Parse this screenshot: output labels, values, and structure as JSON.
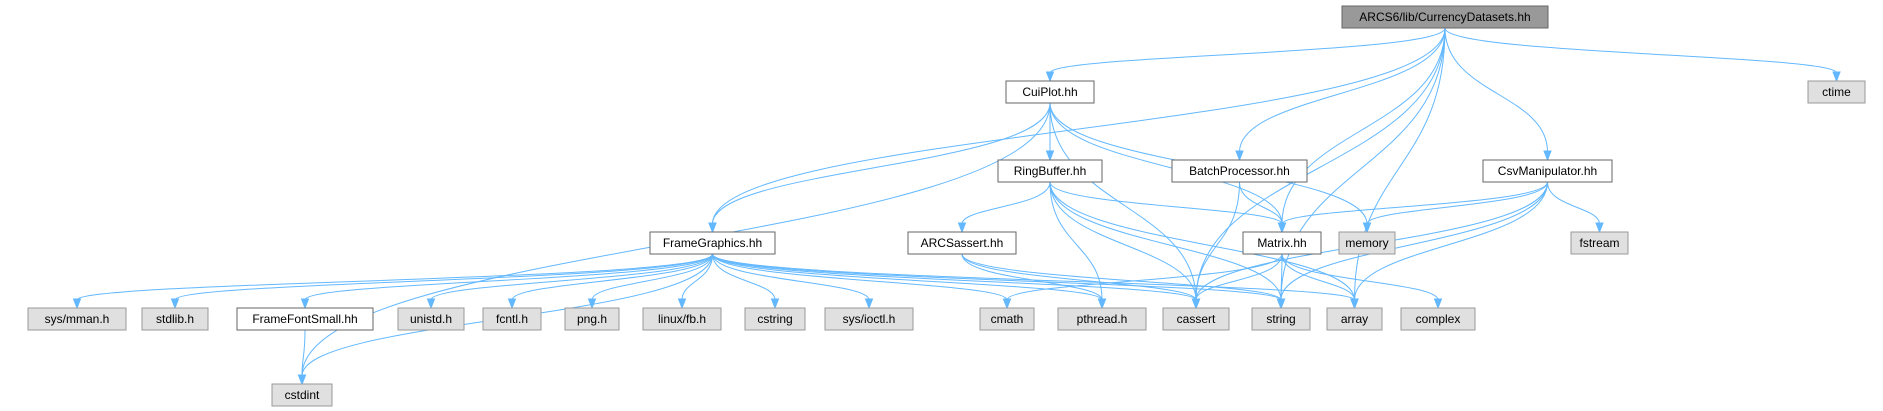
{
  "graph": {
    "nodes": [
      {
        "id": "root",
        "label": "ARCS6/lib/CurrencyDatasets.hh",
        "kind": "focus"
      },
      {
        "id": "ctime",
        "label": "ctime",
        "kind": "system"
      },
      {
        "id": "cuiplot",
        "label": "CuiPlot.hh",
        "kind": "project"
      },
      {
        "id": "ringbuffer",
        "label": "RingBuffer.hh",
        "kind": "project"
      },
      {
        "id": "batchprocessor",
        "label": "BatchProcessor.hh",
        "kind": "project"
      },
      {
        "id": "csvmanipulator",
        "label": "CsvManipulator.hh",
        "kind": "project"
      },
      {
        "id": "framegraphics",
        "label": "FrameGraphics.hh",
        "kind": "project"
      },
      {
        "id": "arcsassert",
        "label": "ARCSassert.hh",
        "kind": "project"
      },
      {
        "id": "matrix",
        "label": "Matrix.hh",
        "kind": "project"
      },
      {
        "id": "memory",
        "label": "memory",
        "kind": "system"
      },
      {
        "id": "fstream",
        "label": "fstream",
        "kind": "system"
      },
      {
        "id": "sysmman",
        "label": "sys/mman.h",
        "kind": "system"
      },
      {
        "id": "stdlib",
        "label": "stdlib.h",
        "kind": "system"
      },
      {
        "id": "framefontsmall",
        "label": "FrameFontSmall.hh",
        "kind": "project"
      },
      {
        "id": "unistd",
        "label": "unistd.h",
        "kind": "system"
      },
      {
        "id": "fcntl",
        "label": "fcntl.h",
        "kind": "system"
      },
      {
        "id": "png",
        "label": "png.h",
        "kind": "system"
      },
      {
        "id": "linuxfb",
        "label": "linux/fb.h",
        "kind": "system"
      },
      {
        "id": "cstring",
        "label": "cstring",
        "kind": "system"
      },
      {
        "id": "sysioctl",
        "label": "sys/ioctl.h",
        "kind": "system"
      },
      {
        "id": "cmath",
        "label": "cmath",
        "kind": "system"
      },
      {
        "id": "pthread",
        "label": "pthread.h",
        "kind": "system"
      },
      {
        "id": "cassert",
        "label": "cassert",
        "kind": "system"
      },
      {
        "id": "string",
        "label": "string",
        "kind": "system"
      },
      {
        "id": "array",
        "label": "array",
        "kind": "system"
      },
      {
        "id": "complex",
        "label": "complex",
        "kind": "system"
      },
      {
        "id": "cstdint",
        "label": "cstdint",
        "kind": "system"
      }
    ],
    "edges": [
      [
        "root",
        "cuiplot"
      ],
      [
        "root",
        "framegraphics"
      ],
      [
        "root",
        "batchprocessor"
      ],
      [
        "root",
        "matrix"
      ],
      [
        "root",
        "csvmanipulator"
      ],
      [
        "root",
        "ctime"
      ],
      [
        "root",
        "cassert"
      ],
      [
        "root",
        "string"
      ],
      [
        "root",
        "array"
      ],
      [
        "cuiplot",
        "cstdint"
      ],
      [
        "cuiplot",
        "framegraphics"
      ],
      [
        "cuiplot",
        "ringbuffer"
      ],
      [
        "cuiplot",
        "memory"
      ],
      [
        "cuiplot",
        "matrix"
      ],
      [
        "cuiplot",
        "cassert"
      ],
      [
        "ringbuffer",
        "arcsassert"
      ],
      [
        "ringbuffer",
        "matrix"
      ],
      [
        "ringbuffer",
        "pthread"
      ],
      [
        "ringbuffer",
        "cassert"
      ],
      [
        "ringbuffer",
        "string"
      ],
      [
        "ringbuffer",
        "array"
      ],
      [
        "batchprocessor",
        "matrix"
      ],
      [
        "batchprocessor",
        "cassert"
      ],
      [
        "csvmanipulator",
        "matrix"
      ],
      [
        "csvmanipulator",
        "memory"
      ],
      [
        "csvmanipulator",
        "fstream"
      ],
      [
        "csvmanipulator",
        "cassert"
      ],
      [
        "csvmanipulator",
        "string"
      ],
      [
        "csvmanipulator",
        "array"
      ],
      [
        "framegraphics",
        "sysmman"
      ],
      [
        "framegraphics",
        "stdlib"
      ],
      [
        "framegraphics",
        "framefontsmall"
      ],
      [
        "framegraphics",
        "unistd"
      ],
      [
        "framegraphics",
        "fcntl"
      ],
      [
        "framegraphics",
        "png"
      ],
      [
        "framegraphics",
        "linuxfb"
      ],
      [
        "framegraphics",
        "cstring"
      ],
      [
        "framegraphics",
        "sysioctl"
      ],
      [
        "framegraphics",
        "cmath"
      ],
      [
        "framegraphics",
        "pthread"
      ],
      [
        "framegraphics",
        "cassert"
      ],
      [
        "framegraphics",
        "string"
      ],
      [
        "framegraphics",
        "array"
      ],
      [
        "framegraphics",
        "cstdint"
      ],
      [
        "framefontsmall",
        "cstdint"
      ],
      [
        "arcsassert",
        "pthread"
      ],
      [
        "arcsassert",
        "cassert"
      ],
      [
        "arcsassert",
        "string"
      ],
      [
        "matrix",
        "cmath"
      ],
      [
        "matrix",
        "cassert"
      ],
      [
        "matrix",
        "string"
      ],
      [
        "matrix",
        "array"
      ],
      [
        "matrix",
        "complex"
      ]
    ]
  },
  "colors": {
    "edge": "#63b8ff",
    "focus_fill": "#999999",
    "focus_border": "#666666",
    "project_fill": "#ffffff",
    "project_border": "#666666",
    "system_fill": "#e0e0e0",
    "system_border": "#999999",
    "text": "#000000"
  }
}
